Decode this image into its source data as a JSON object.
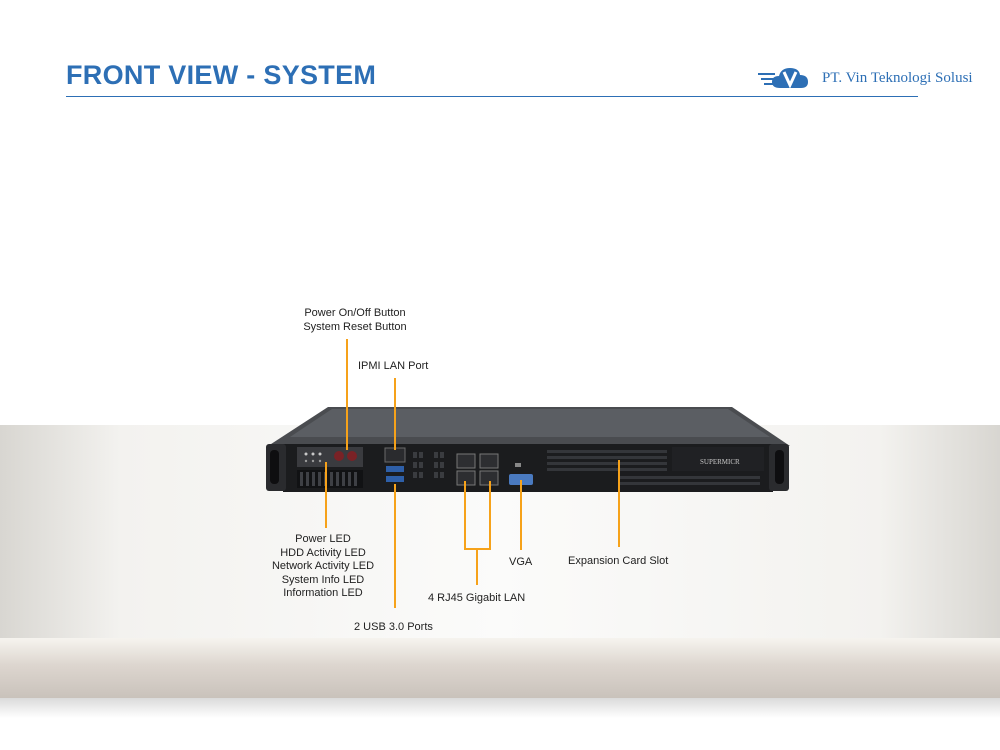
{
  "header": {
    "title": "FRONT VIEW - SYSTEM",
    "brand_name": "PT. Vin Teknologi Solusi"
  },
  "server": {
    "brand_label": "SUPERMICR"
  },
  "callouts": {
    "power_reset": [
      "Power On/Off Button",
      "System Reset Button"
    ],
    "ipmi": "IPMI LAN Port",
    "leds": [
      "Power LED",
      "HDD Activity LED",
      "Network Activity LED",
      "System Info LED",
      "Information LED"
    ],
    "vga": "VGA",
    "expansion": "Expansion Card Slot",
    "lan": "4 RJ45 Gigabit LAN",
    "usb": "2 USB 3.0 Ports"
  },
  "colors": {
    "accent": "#2d6fb5",
    "callout_line": "#f6a21a"
  }
}
